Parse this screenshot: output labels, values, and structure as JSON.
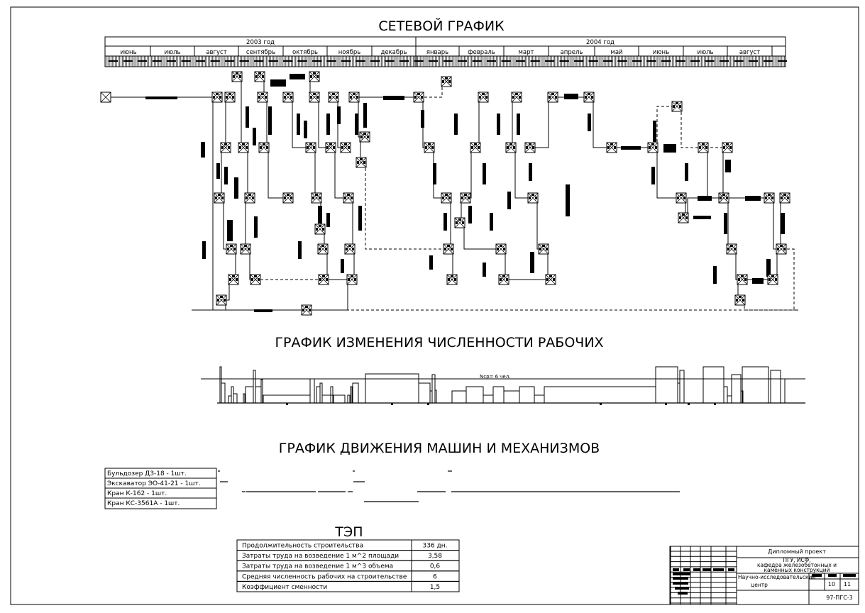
{
  "titles": {
    "network": "СЕТЕВОЙ ГРАФИК",
    "workers": "ГРАФИК ИЗМЕНЕНИЯ ЧИСЛЕННОСТИ РАБОЧИХ",
    "machines": "ГРАФИК ДВИЖЕНИЯ МАШИН И МЕХАНИЗМОВ",
    "tep": "ТЭП"
  },
  "timeline": {
    "years": [
      "2003 год",
      "2004 год"
    ],
    "months_2003": [
      "июнь",
      "июль",
      "август",
      "сентябрь",
      "октябрь",
      "ноябрь",
      "декабрь"
    ],
    "months_2004": [
      "январь",
      "февраль",
      "март",
      "апрель",
      "май",
      "июнь",
      "июль",
      "август"
    ]
  },
  "workers_chart": {
    "avg_label": "Nср= 6 чел."
  },
  "machines": [
    "Бульдозер ДЗ-18 - 1шт.",
    "Экскаватор ЭО-41-21 - 1шт.",
    "Кран К-162 - 1шт.",
    "Кран КС-3561А - 1шт."
  ],
  "tep": [
    {
      "name": "Продолжительность строительства",
      "value": "336 дн."
    },
    {
      "name": "Затраты труда на возведение 1 м^2 площади",
      "value": "3,58"
    },
    {
      "name": "Затраты труда на возведение 1 м^3 объема",
      "value": "0,6"
    },
    {
      "name": "Средняя численность рабочих на строительстве",
      "value": "6"
    },
    {
      "name": "Коэффициент сменности",
      "value": "1,5"
    }
  ],
  "title_block": {
    "project": "Дипломный проект",
    "org": "ПГУ, ИСФ,",
    "dept1": "кафедра железобетонных и",
    "dept2": "каменных конструкций",
    "center1": "Научно-исследовательский",
    "center2": "центр",
    "sheet": "10",
    "sheets": "11",
    "code": "97-ПГС-3"
  }
}
